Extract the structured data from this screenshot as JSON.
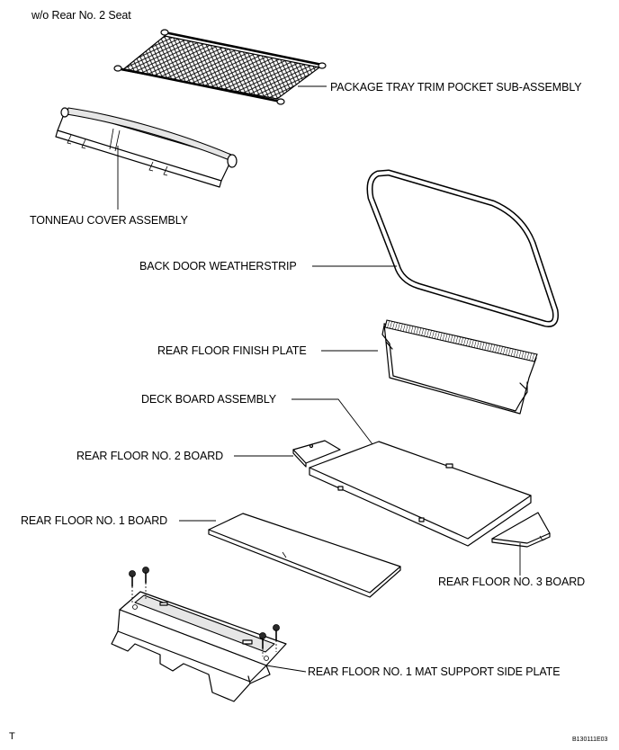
{
  "header": {
    "variant_note": "w/o Rear No. 2 Seat"
  },
  "parts": {
    "package_tray": "PACKAGE TRAY TRIM POCKET SUB-ASSEMBLY",
    "tonneau_cover": "TONNEAU COVER ASSEMBLY",
    "back_door_weatherstrip": "BACK DOOR WEATHERSTRIP",
    "rear_floor_finish_plate": "REAR FLOOR FINISH PLATE",
    "deck_board": "DECK BOARD ASSEMBLY",
    "rear_floor_no2_board": "REAR FLOOR NO. 2 BOARD",
    "rear_floor_no1_board": "REAR FLOOR NO. 1 BOARD",
    "rear_floor_no3_board": "REAR FLOOR NO. 3 BOARD",
    "mat_support_side_plate": "REAR FLOOR NO. 1 MAT SUPPORT SIDE PLATE"
  },
  "footer": {
    "corner_mark": "T",
    "figure_id": "B130111E03"
  }
}
